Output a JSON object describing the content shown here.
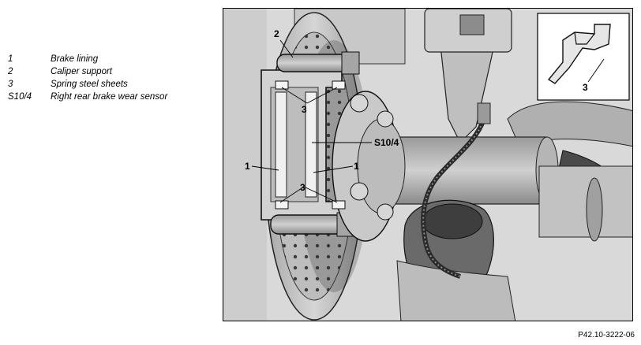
{
  "legend": [
    {
      "key": "1",
      "desc": "Brake lining"
    },
    {
      "key": "2",
      "desc": "Caliper support"
    },
    {
      "key": "3",
      "desc": "Spring steel sheets"
    },
    {
      "key": "S10/4",
      "desc": "Right rear brake wear sensor"
    }
  ],
  "callouts": {
    "caliper_support": "2",
    "spring_sheets_top": "3",
    "sensor": "S10/4",
    "lining_left": "1",
    "lining_right": "1",
    "spring_sheets_bottom": "3",
    "inset_sheet": "3"
  },
  "figure_code": "P42.10-3222-06",
  "colors": {
    "background": "#d9d9d9",
    "metal_light": "#c4c4c4",
    "metal_dark": "#5a5a5a",
    "outline": "#1a1a1a"
  }
}
